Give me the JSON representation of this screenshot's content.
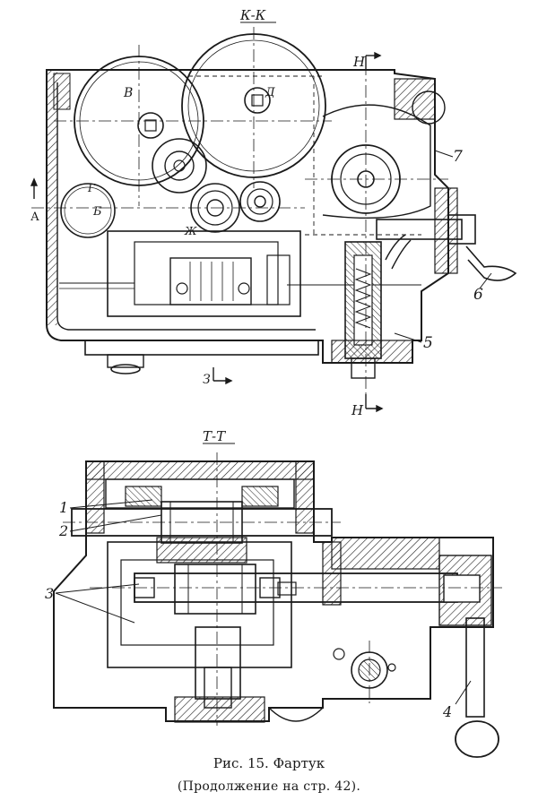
{
  "labels": {
    "section_kk": "К-К",
    "section_tt": "Т-Т",
    "cut_h_top": "Н",
    "cut_h_bottom": "Н",
    "cut_a": "А",
    "cut_z": "З",
    "letter_v": "В",
    "letter_d": "Д",
    "letter_b": "Б",
    "letter_g": "Г",
    "letter_zh": "Ж",
    "num_7": "7",
    "num_6": "6",
    "num_5": "5",
    "num_1": "1",
    "num_2": "2",
    "num_3": "3",
    "num_4": "4"
  },
  "caption": {
    "title": "Рис. 15. Фартук",
    "note": "(Продолжение на стр. 42)."
  }
}
